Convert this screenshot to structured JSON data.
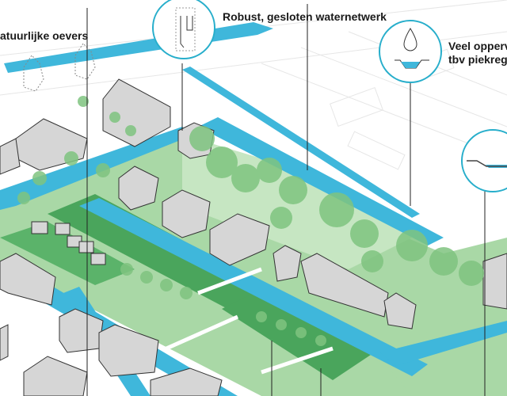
{
  "labels": {
    "natural_banks": "atuurlijke oevers",
    "water_network": "Robust, gesloten waternetwerk",
    "surface_line1": "Veel oppervla",
    "surface_line2": "tbv piekregen"
  },
  "colors": {
    "water": "#3fb7db",
    "green_dark": "#4aa55c",
    "green_light": "#a9d8a6",
    "tree": "#7fc480",
    "house": "#d6d6d6",
    "callout": "#27aecb"
  },
  "icons": [
    "tree-outline-icon",
    "building-section-icon",
    "water-drop-icon",
    "retention-basin-icon",
    "bank-profile-icon"
  ]
}
